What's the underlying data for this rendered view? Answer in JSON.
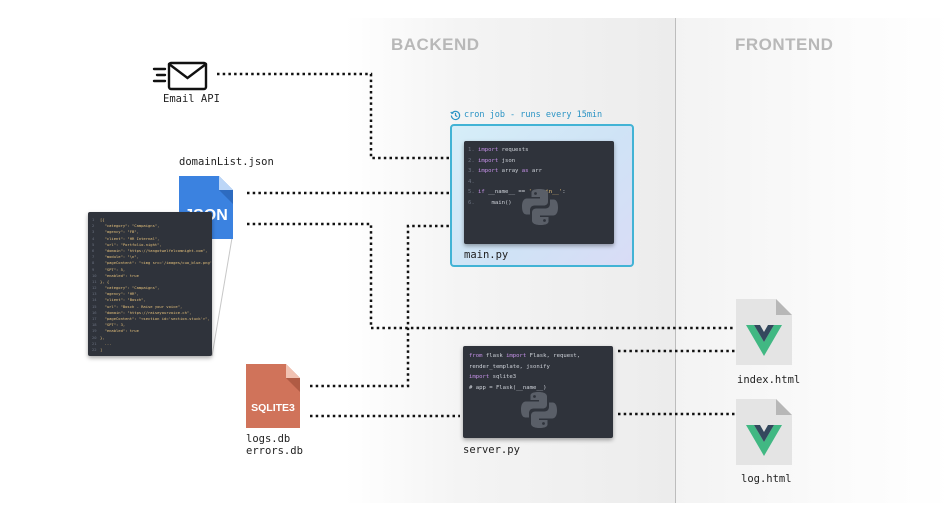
{
  "regions": {
    "backend_title": "BACKEND",
    "frontend_title": "FRONTEND"
  },
  "email_api": {
    "label": "Email API",
    "icon": "envelope-icon"
  },
  "domain_list": {
    "label": "domainList.json",
    "badge": "JSON",
    "color": "#3b82e0"
  },
  "json_preview": {
    "lines": [
      "[{",
      "  \"category\": \"Campaigns\",",
      "  \"agency\": \"FB\",",
      "  \"client\": \"HR Internal\",",
      "  \"url\": \"Portfolio.night\",",
      "  \"domain\": \"https://tangotwelfelcomnight.com\",",
      "  \"module\": \"\\n\",",
      "  \"pageContent\": \"<img src='/images/cuo_blue.png'>\",",
      "  \"SPT\": 5,",
      "  \"enabled\": true",
      "}, {",
      "  \"category\": \"Campaigns\",",
      "  \"agency\": \"HR\",",
      "  \"client\": \"Bosch\",",
      "  \"url\": \"Bosch - Raise your voice\",",
      "  \"domain\": \"https://raiseyourvoice.ch\",",
      "  \"pageContent\": \"<section id='section-stuck'>\",",
      "  \"SPT\": 3,",
      "  \"enabled\": true",
      "},",
      "  ...",
      "]"
    ]
  },
  "cron": {
    "label": "cron job - runs every 15min",
    "icon": "clock-history-icon",
    "file_label": "main.py",
    "code": [
      [
        {
          "t": "import",
          "c": "kw"
        },
        {
          "t": " requests"
        }
      ],
      [
        {
          "t": "import",
          "c": "kw"
        },
        {
          "t": " json"
        }
      ],
      [
        {
          "t": "import",
          "c": "kw"
        },
        {
          "t": " array "
        },
        {
          "t": "as",
          "c": "kw"
        },
        {
          "t": " arr"
        }
      ],
      [
        {
          "t": ""
        }
      ],
      [
        {
          "t": "if",
          "c": "kw"
        },
        {
          "t": " __name__ == "
        },
        {
          "t": "'__main__'",
          "c": "str"
        },
        {
          "t": ":"
        }
      ],
      [
        {
          "t": "    main()"
        }
      ]
    ]
  },
  "server": {
    "file_label": "server.py",
    "code": [
      [
        {
          "t": "from",
          "c": "kw"
        },
        {
          "t": " flask "
        },
        {
          "t": "import",
          "c": "kw"
        },
        {
          "t": " Flask, request,"
        }
      ],
      [
        {
          "t": "render_template, jsonify"
        }
      ],
      [
        {
          "t": "import",
          "c": "kw"
        },
        {
          "t": " sqlite3"
        }
      ],
      [
        {
          "t": "# app = Flask(__name__)"
        }
      ]
    ]
  },
  "sqlite": {
    "badge": "SQLITE3",
    "labels": [
      "logs.db",
      "errors.db"
    ],
    "color": "#d0735a"
  },
  "index_html": {
    "label": "index.html",
    "icon": "vue-logo-icon"
  },
  "log_html": {
    "label": "log.html",
    "icon": "vue-logo-icon"
  },
  "colors": {
    "cron_border": "#42b3d5",
    "code_bg": "#2f333b",
    "vue_green": "#41b883",
    "vue_dark": "#34495e"
  }
}
